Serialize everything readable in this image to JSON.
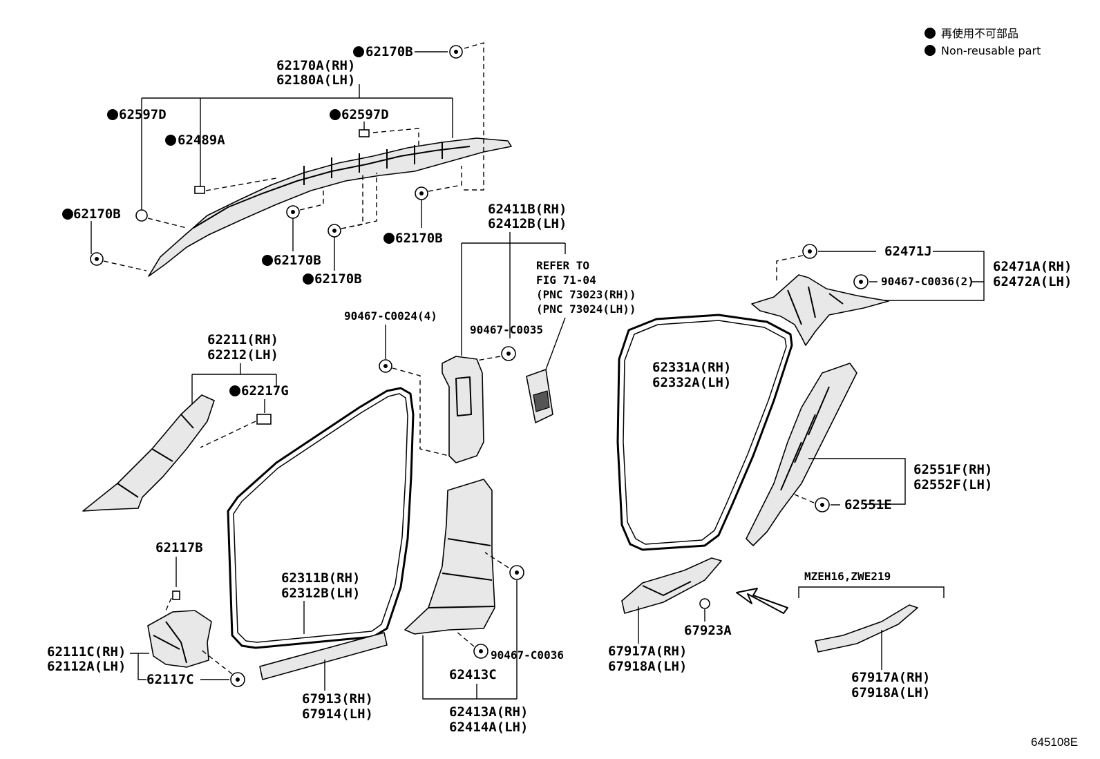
{
  "legend": {
    "jp": "再使用不可部品",
    "en": "Non-reusable part"
  },
  "figure_id": "645108E",
  "labels": {
    "p62170B_top": "62170B",
    "p62170A": "62170A(RH)",
    "p62180A": "62180A(LH)",
    "p62597D_left": "62597D",
    "p62597D_mid": "62597D",
    "p62489A": "62489A",
    "p62170B_left": "62170B",
    "p62170B_b1": "62170B",
    "p62170B_b2": "62170B",
    "p62170B_right": "62170B",
    "p62411B": "62411B(RH)",
    "p62412B": "62412B(LH)",
    "refer1": "REFER TO",
    "refer2": "FIG 71-04",
    "refer3": "(PNC 73023(RH))",
    "refer4": "(PNC 73024(LH))",
    "p90467_0024": "90467-C0024(4)",
    "p90467_0035": "90467-C0035",
    "p62471J": "62471J",
    "p90467_0036_2": "90467-C0036(2)",
    "p62471A": "62471A(RH)",
    "p62472A": "62472A(LH)",
    "p62211": "62211(RH)",
    "p62212": "62212(LH)",
    "p62217G": "62217G",
    "p62331A": "62331A(RH)",
    "p62332A": "62332A(LH)",
    "p62551F": "62551F(RH)",
    "p62552F": "62552F(LH)",
    "p62551E": "62551E",
    "p62117B": "62117B",
    "p62311B": "62311B(RH)",
    "p62312B": "62312B(LH)",
    "p62111C": "62111C(RH)",
    "p62112A": "62112A(LH)",
    "p62117C": "62117C",
    "p67913": "67913(RH)",
    "p67914": "67914(LH)",
    "p90467_0036": "90467-C0036",
    "p62413C": "62413C",
    "p62413A": "62413A(RH)",
    "p62414A": "62414A(LH)",
    "p67917A_1": "67917A(RH)",
    "p67918A_1": "67918A(LH)",
    "p67923A": "67923A",
    "variant": "MZEH16,ZWE219",
    "p67917A_2": "67917A(RH)",
    "p67918A_2": "67918A(LH)"
  }
}
